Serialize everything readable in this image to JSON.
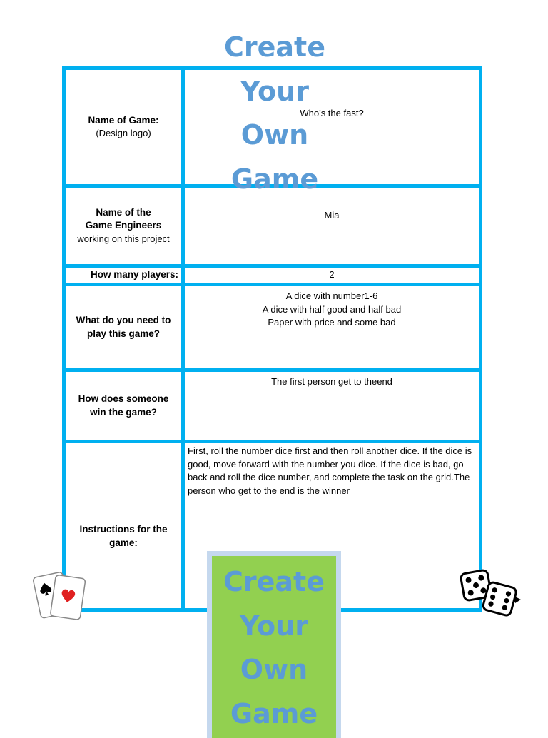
{
  "title": {
    "words": [
      "Create",
      "Your",
      "Own",
      "Game"
    ]
  },
  "table": {
    "rows": [
      {
        "label_bold": "Name of Game:",
        "label_normal": "(Design logo)",
        "value": "Who’s the fast?"
      },
      {
        "label_bold_1": "Name of the",
        "label_bold_2": "Game Engineers",
        "label_normal": "working on this project",
        "value": "Mia"
      },
      {
        "label_bold": "How many players:",
        "value": "2"
      },
      {
        "label_bold_1": "What do you need to",
        "label_bold_2": "play this game?",
        "value_lines": [
          "A dice with number1-6",
          "A dice with half good and half bad",
          "Paper with price and some bad"
        ]
      },
      {
        "label_bold_1": "How does someone",
        "label_bold_2": "win the game?",
        "value": "The first person get to theend"
      },
      {
        "label_bold_1": "Instructions for the",
        "label_bold_2": "game:",
        "value": "First, roll the number dice first and then roll another dice. If the dice is good, move forward with the number you dice. If the dice is bad, go back and roll the dice number, and complete the task on the grid.The person who get to the end is the winner"
      }
    ]
  },
  "cover": {
    "words": [
      "Create",
      "Your",
      "Own",
      "Game"
    ],
    "background_color": "#92d050",
    "text_color": "#5b9bd5"
  },
  "icons": {
    "left": "playing-cards-icon",
    "right": "dice-icon"
  },
  "colors": {
    "table_border": "#00b0f0",
    "title": "#5b9bd5"
  }
}
